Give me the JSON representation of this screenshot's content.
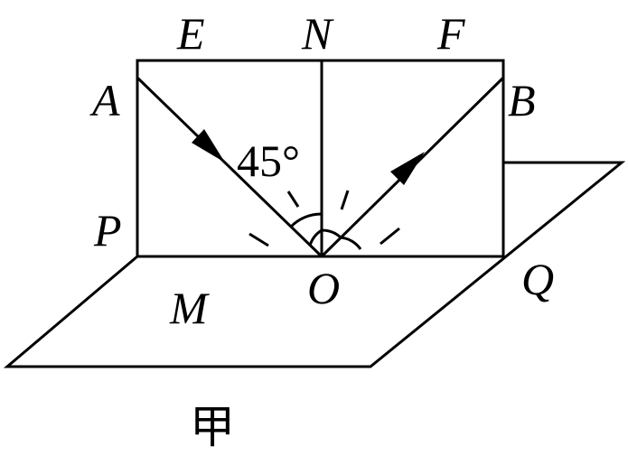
{
  "diagram": {
    "labels": {
      "E": "E",
      "N": "N",
      "F": "F",
      "A": "A",
      "B": "B",
      "P": "P",
      "Q": "Q",
      "M": "M",
      "O": "O"
    },
    "angle": "45°",
    "caption": "甲"
  }
}
